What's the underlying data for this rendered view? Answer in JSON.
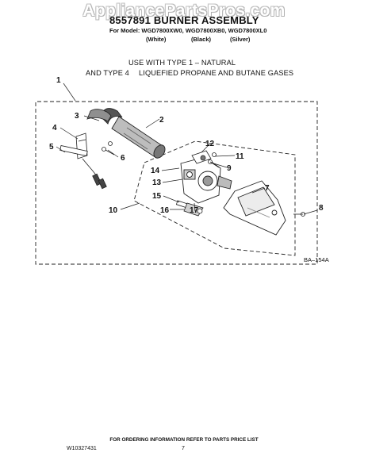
{
  "watermark": "AppliancePartsPros.com",
  "header": {
    "title": "8557891 BURNER ASSEMBLY",
    "model_line": "For Model: WGD7800XW0, WGD7800XB0, WGD7800XL0",
    "colors": [
      "(White)",
      "(Black)",
      "(Silver)"
    ]
  },
  "usage": {
    "line1": "USE WITH TYPE 1 –  NATURAL",
    "line2_prefix": "AND TYPE 4",
    "line2_rest": "LIQUEFIED PROPANE AND BUTANE GASES"
  },
  "diagram": {
    "callouts": [
      "1",
      "2",
      "3",
      "4",
      "5",
      "6",
      "7",
      "8",
      "9",
      "10",
      "11",
      "12",
      "13",
      "14",
      "15",
      "16",
      "17"
    ],
    "drawing_code": "BA–154A"
  },
  "footer": {
    "ordering_note": "FOR ORDERING INFORMATION REFER TO PARTS PRICE LIST",
    "doc_number": "W10327431",
    "page_number": "7"
  }
}
